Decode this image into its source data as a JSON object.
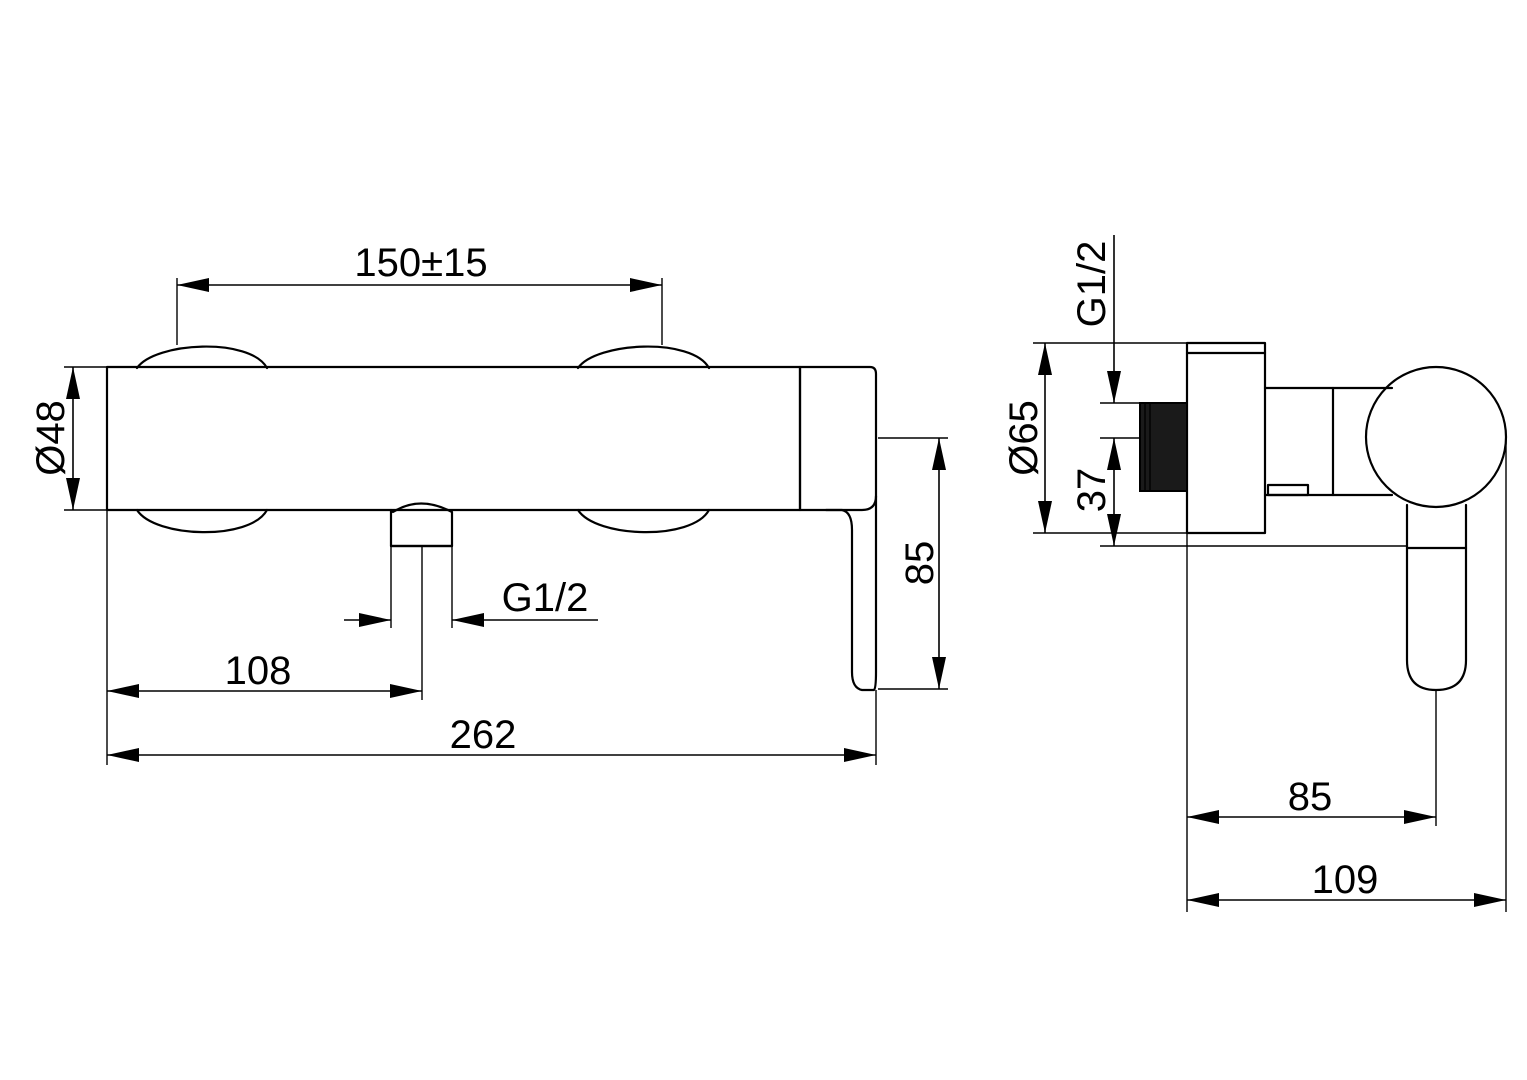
{
  "front_view": {
    "mount_spacing": "150±15",
    "body_diameter": "Ø48",
    "outlet_thread": "G1/2",
    "outlet_offset": "108",
    "overall_length": "262",
    "handle_length": "85"
  },
  "side_view": {
    "wall_thread": "G1/2",
    "escutcheon_diameter": "Ø65",
    "connection_height": "37",
    "handle_projection": "85",
    "overall_depth": "109"
  }
}
